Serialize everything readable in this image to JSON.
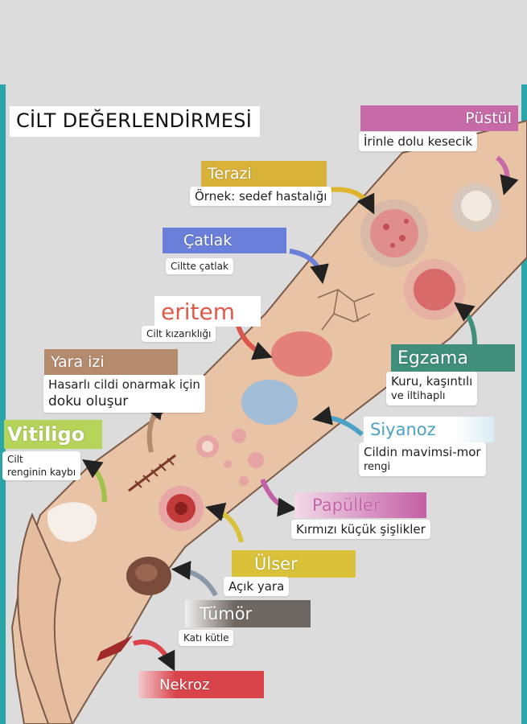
{
  "title": "CİLT DEĞERLENDİRMESİ",
  "colors": {
    "pustul": "#c76ba8",
    "terazi": "#d9b23a",
    "catlak": "#6a7fd9",
    "eritem": "#ffffff",
    "yara_izi": "#b58b6e",
    "egzama": "#3f8f7c",
    "vitiligo": "#b6d45a",
    "siyanoz": "#4aa3c4",
    "papuller": "#c35fa4",
    "ulser": "#d9c23a",
    "tumor": "#6e6660",
    "nekroz": "#d9434a"
  },
  "labels": {
    "pustul": {
      "name": "Püstül",
      "desc": "İrinle dolu kesecik"
    },
    "terazi": {
      "name": "Terazi",
      "desc": "Örnek: sedef hastalığı"
    },
    "catlak": {
      "name": "Çatlak",
      "desc": "Ciltte çatlak"
    },
    "eritem": {
      "name": "eritem",
      "desc": "Cilt kızarıklığı"
    },
    "yara_izi": {
      "name": "Yara izi",
      "desc_line1": "Hasarlı cildi onarmak için",
      "desc_line2": "doku oluşur"
    },
    "egzama": {
      "name": "Egzama",
      "desc_line1": "Kuru, kaşıntılı",
      "desc_line2": "ve iltihaplı"
    },
    "vitiligo": {
      "name": "Vitiligo",
      "desc_line1": "Cilt",
      "desc_line2": "renginin kaybı"
    },
    "siyanoz": {
      "name": "Siyanoz",
      "desc_line1": "Cildin mavimsi-mor",
      "desc_line2": "rengi"
    },
    "papuller": {
      "name": "Papüller",
      "desc": "Kırmızı küçük şişlikler"
    },
    "ulser": {
      "name": "Ülser",
      "desc": "Açık yara"
    },
    "tumor": {
      "name": "Tümör",
      "desc": "Katı kütle"
    },
    "nekroz": {
      "name": "Nekroz"
    }
  }
}
